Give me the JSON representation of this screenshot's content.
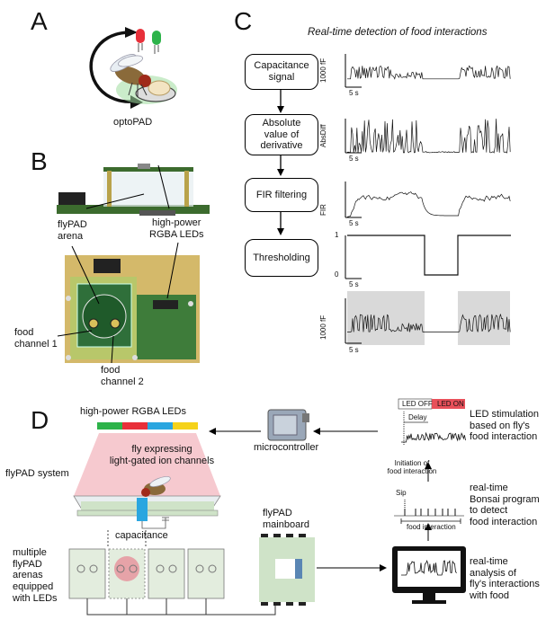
{
  "panels": {
    "a": "A",
    "b": "B",
    "c": "C",
    "d": "D"
  },
  "panel_a": {
    "caption": "optoPAD"
  },
  "panel_b": {
    "flypad_arena": "flyPAD\narena",
    "high_power": "high-power\nRGBA LEDs",
    "food_channel_1": "food\nchannel 1",
    "food_channel_2": "food\nchannel 2"
  },
  "panel_c": {
    "title": "Real-time detection of food interactions",
    "steps": [
      "Capacitance\nsignal",
      "Absolute\nvalue of\nderivative",
      "FIR filtering",
      "Thresholding"
    ],
    "y_labels": [
      "1000 fF",
      "AbsDiff",
      "FIR",
      "",
      "1000 fF"
    ],
    "threshold_ticks": [
      "1",
      "0"
    ],
    "scale_bar": "5 s"
  },
  "panel_d": {
    "leds_label": "high-power RGBA LEDs",
    "microcontroller": "microcontroller",
    "fly_expressing": "fly expressing\nlight-gated ion channels",
    "flypad_system": "flyPAD system",
    "capacitance": "capacitance",
    "multiple_arenas": "multiple\nflyPAD\narenas\nequipped\nwith LEDs",
    "mainboard": "flyPAD\nmainboard",
    "led_off": "LED OFF",
    "led_on": "LED ON",
    "delay": "Delay",
    "initiation": "Initiation of\nfood interaction",
    "sip": "Sip",
    "food_interaction": "food interaction",
    "led_stim_text": "LED stimulation\nbased on fly's\nfood interaction",
    "bonsai_text": "real-time\nBonsai program\nto detect\nfood interaction",
    "analysis_text": "real-time\nanalysis of\nfly's interactions\nwith food"
  },
  "colors": {
    "led_red": "#e8303a",
    "led_green": "#2db34a",
    "led_blue": "#2aa6e0",
    "led_yellow": "#f5d21a",
    "led_on_bg": "#e8505a",
    "cone_pink": "#f6c9cf",
    "board_green": "#cfe3c8",
    "highlight_grey": "#d9d9d9"
  }
}
